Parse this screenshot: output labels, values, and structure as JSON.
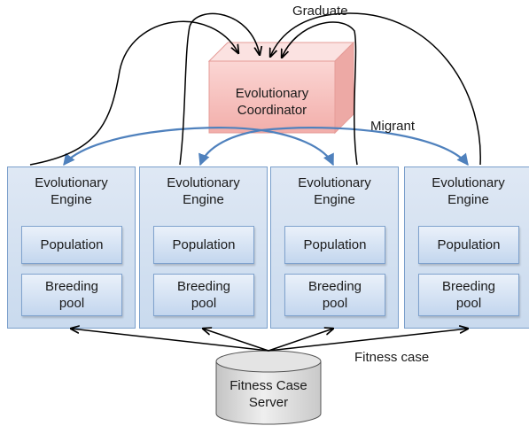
{
  "labels": {
    "graduate": "Graduate",
    "migrant": "Migrant",
    "fitness_case": "Fitness case"
  },
  "coordinator": {
    "line1": "Evolutionary",
    "line2": "Coordinator",
    "color": "#f7c3c0"
  },
  "engines": [
    {
      "title1": "Evolutionary",
      "title2": "Engine",
      "population": "Population",
      "breeding1": "Breeding",
      "breeding2": "pool"
    },
    {
      "title1": "Evolutionary",
      "title2": "Engine",
      "population": "Population",
      "breeding1": "Breeding",
      "breeding2": "pool"
    },
    {
      "title1": "Evolutionary",
      "title2": "Engine",
      "population": "Population",
      "breeding1": "Breeding",
      "breeding2": "pool"
    },
    {
      "title1": "Evolutionary",
      "title2": "Engine",
      "population": "Population",
      "breeding1": "Breeding",
      "breeding2": "pool"
    }
  ],
  "server": {
    "line1": "Fitness Case",
    "line2": "Server"
  },
  "colors": {
    "engine_fill": "#d3e1f1",
    "engine_border": "#7a9fcb",
    "migrant_arrow": "#4f81bd",
    "graduate_arrow": "#000000"
  }
}
